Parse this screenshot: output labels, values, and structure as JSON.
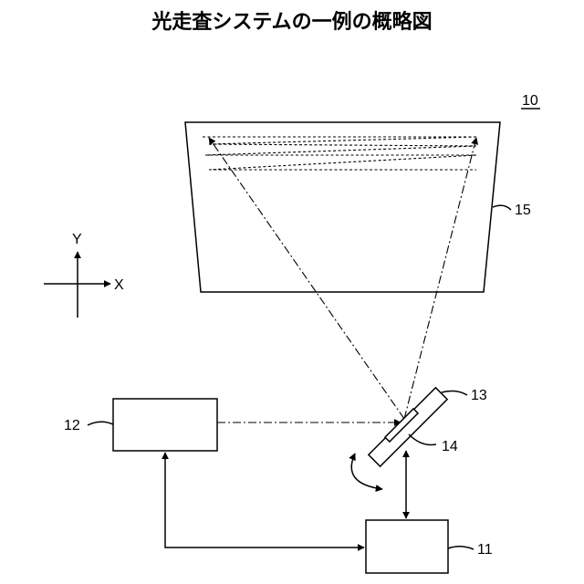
{
  "title": "光走査システムの一例の概略図",
  "labels": {
    "system": "10",
    "controller": "11",
    "light_source": "12",
    "scanner": "13",
    "mirror": "14",
    "screen": "15",
    "axis_x": "X",
    "axis_y": "Y"
  }
}
